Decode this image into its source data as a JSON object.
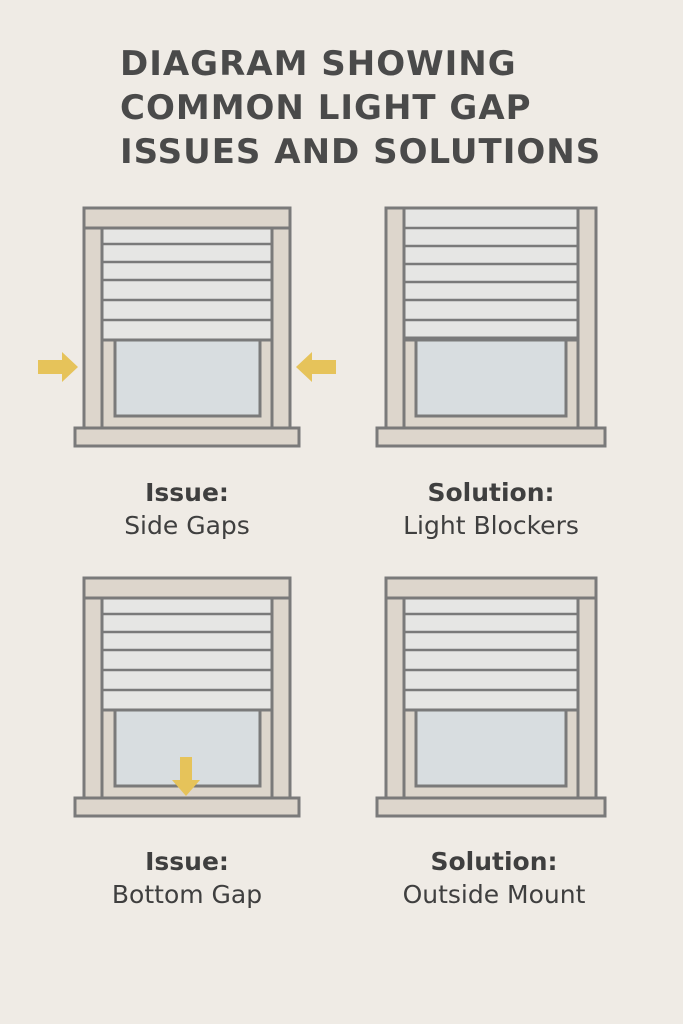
{
  "title": {
    "line1": "DIAGRAM SHOWING",
    "line2": "COMMON LIGHT GAP",
    "line3": "ISSUES AND SOLUTIONS"
  },
  "panels": [
    {
      "id": "side-gaps",
      "heading": "Issue:",
      "label": "Side Gaps",
      "mount": "inside",
      "indicator": "side-arrows"
    },
    {
      "id": "light-blockers",
      "heading": "Solution:",
      "label": "Light Blockers",
      "mount": "inside-with-blockers",
      "indicator": "none"
    },
    {
      "id": "bottom-gap",
      "heading": "Issue:",
      "label": "Bottom Gap",
      "mount": "inside",
      "indicator": "bottom-arrow"
    },
    {
      "id": "outside-mount",
      "heading": "Solution:",
      "label": "Outside Mount",
      "mount": "outside",
      "indicator": "none"
    }
  ],
  "colors": {
    "background": "#efebe5",
    "frame": "#ddd6cc",
    "outline": "#7a7a7a",
    "shade": "#e6e6e4",
    "glass": "#d8dde0",
    "arrow": "#e6c35a",
    "text": "#3f3f3f"
  }
}
